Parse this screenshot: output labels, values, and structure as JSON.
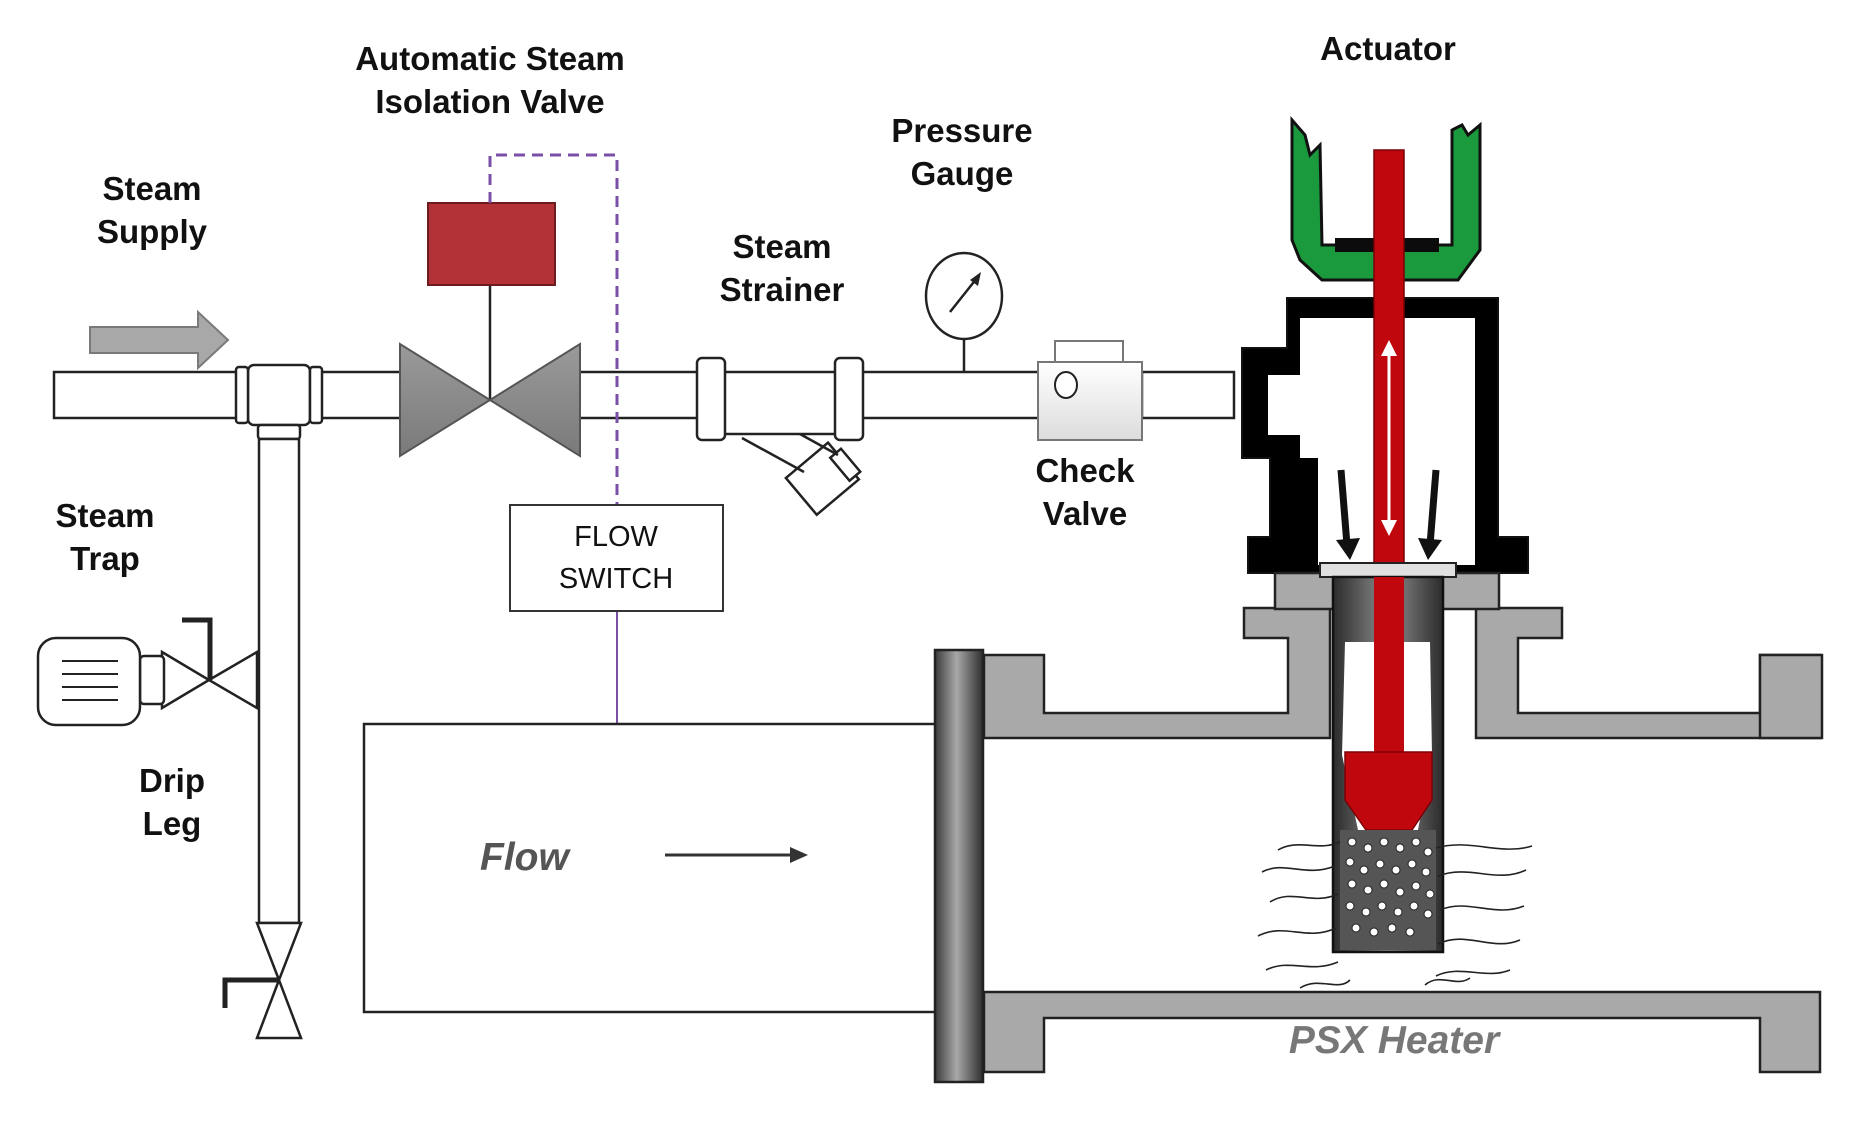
{
  "labels": {
    "steam_supply": [
      "Steam",
      "Supply"
    ],
    "isolation_valve": [
      "Automatic Steam",
      "Isolation Valve"
    ],
    "actuator": "Actuator",
    "pressure_gauge": [
      "Pressure",
      "Gauge"
    ],
    "steam_strainer": [
      "Steam",
      "Strainer"
    ],
    "check_valve": [
      "Check",
      "Valve"
    ],
    "steam_trap": [
      "Steam",
      "Trap"
    ],
    "drip_leg": [
      "Drip",
      "Leg"
    ],
    "flow_switch": [
      "FLOW",
      "SWITCH"
    ],
    "flow": "Flow",
    "psx_heater": "PSX Heater"
  },
  "colors": {
    "valve_actuator_red": "#b33238",
    "stem_red": "#c0070e",
    "actuator_green": "#1a9a3c",
    "heater_gray": "#a9a9a9",
    "valve_gray": "#8a8a8a",
    "signal_purple": "#7a4fa8",
    "label_text": "#111111",
    "italic_label": "#666666"
  }
}
